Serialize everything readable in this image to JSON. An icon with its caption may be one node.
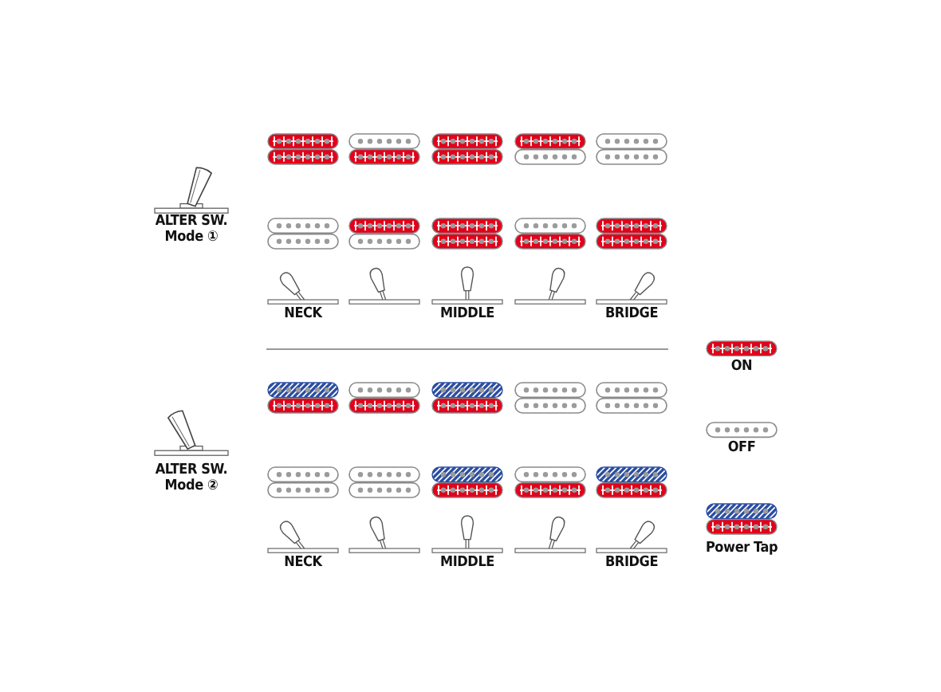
{
  "diagram": {
    "labels": [
      "ALTER SW. Mode ①",
      "NECK",
      "MIDDLE",
      "BRIDGE",
      "ALTER SW. Mode ②",
      "NECK",
      "MIDDLE",
      "BRIDGE"
    ],
    "legend": [
      {
        "text": "ON"
      },
      {
        "text": "OFF"
      },
      {
        "text": "Power Tap"
      }
    ]
  }
}
